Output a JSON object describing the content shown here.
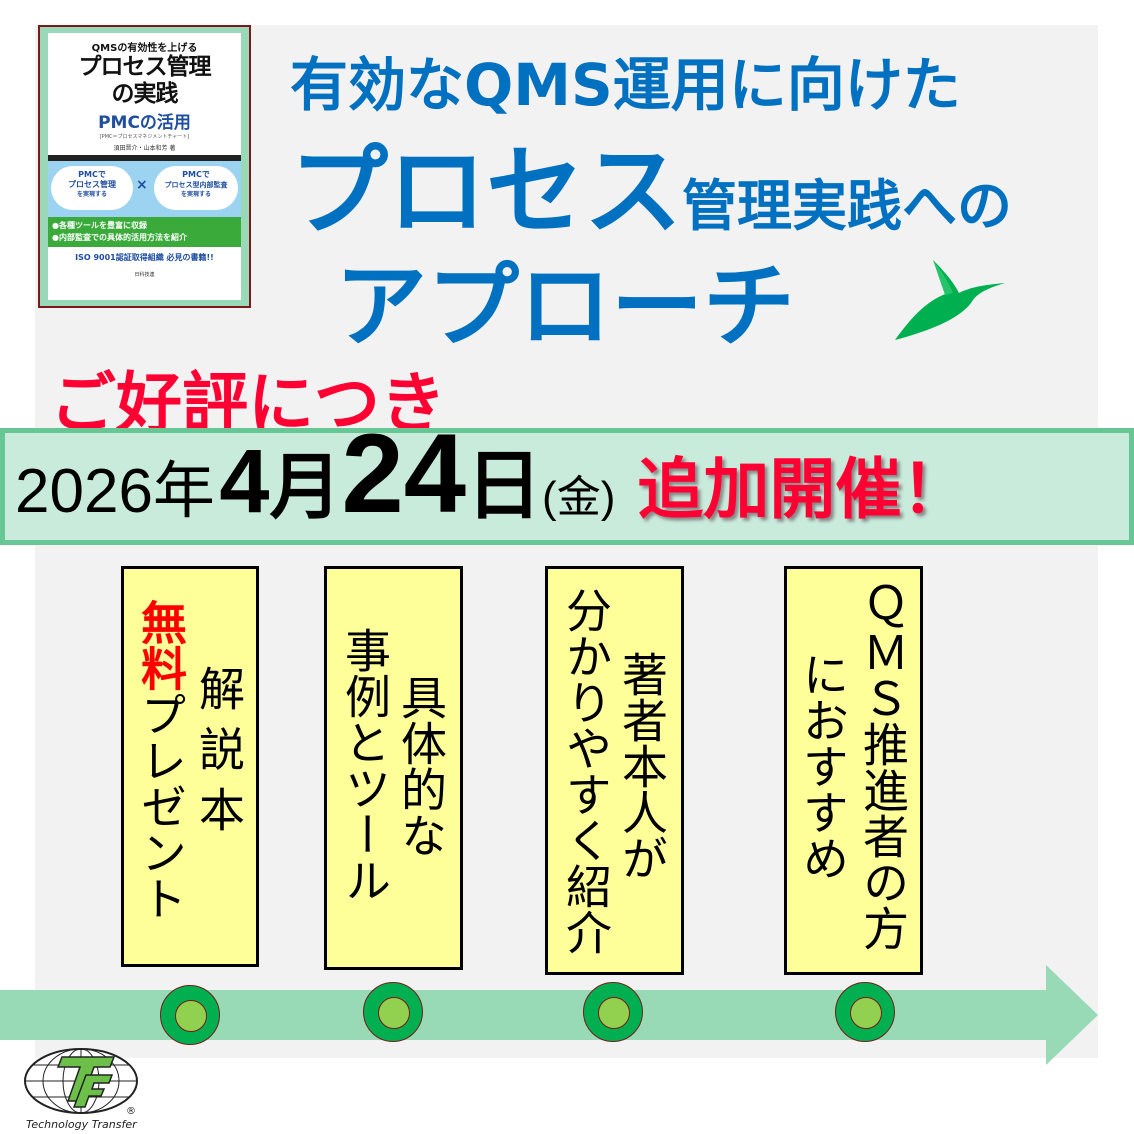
{
  "book": {
    "subtitle": "QMSの有効性を上げる",
    "title_line1": "プロセス管理",
    "title_line2": "の実践",
    "pmc": "PMCの活用",
    "note": "[PMC＝プロセスマネジメントチャート]",
    "authors": "須田晋介・山本和芳 著",
    "oval_left": [
      "PMCで",
      "プロセス管理",
      "を実現する"
    ],
    "cross": "×",
    "oval_right": [
      "PMCで",
      "プロセス型内部監査",
      "を実現する"
    ],
    "bullets": [
      "●各種ツールを豊富に収録",
      "●内部監査での具体的活用方法を紹介"
    ],
    "iso": "ISO 9001認証取得組織 必見の書籍!!",
    "publisher": "日科技連"
  },
  "headline": {
    "line1": "有効なQMS運用に向けた",
    "line2_big": "プロセス",
    "line2_small": "管理実践への",
    "line3": "アプローチ"
  },
  "popular": "ご好評につき",
  "banner": {
    "year": "2026年",
    "month_num": "4",
    "month_unit": "月",
    "day_num": "24",
    "day_unit": "日",
    "weekday": "(金)",
    "additional": "追加開催！"
  },
  "cards": [
    {
      "right": "解 説 本",
      "left_red": "無料",
      "left": "プレゼント"
    },
    {
      "right": "具体的な",
      "left": "事例とツール"
    },
    {
      "right": "著者本人が",
      "left": "分かりやすく紹介"
    },
    {
      "right": "ＱＭＳ推進者の方",
      "left": "におすすめ"
    }
  ],
  "logo": {
    "text": "Technology Transfer",
    "mark": "TF",
    "reg": "®"
  },
  "colors": {
    "blue": "#0070c0",
    "red": "#ff0033",
    "green": "#00b050",
    "light_green": "#92d050",
    "band": "#99dab6",
    "card": "#ffff99"
  }
}
